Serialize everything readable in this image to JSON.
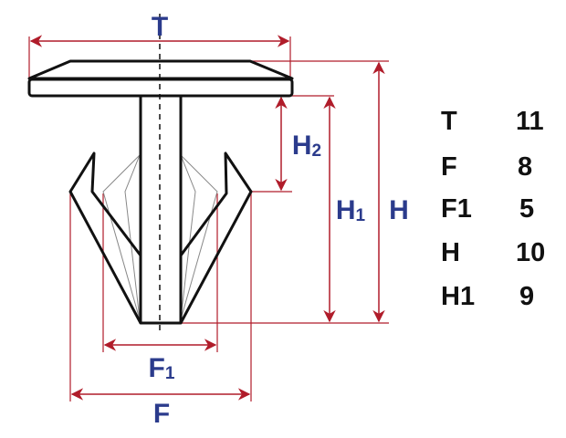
{
  "colors": {
    "dimension": "#b01c2a",
    "label": "#2b3b8c",
    "outline": "#111111"
  },
  "labels": {
    "T": "T",
    "H2": {
      "main": "H",
      "sub": "2"
    },
    "H1": {
      "main": "H",
      "sub": "1"
    },
    "H": "H",
    "F1": {
      "main": "F",
      "sub": "1"
    },
    "F": "F"
  },
  "specs": [
    {
      "name": "T",
      "value": "11"
    },
    {
      "name": "F",
      "value": "8"
    },
    {
      "name": "F1",
      "value": "5"
    },
    {
      "name": "H",
      "value": "10"
    },
    {
      "name": "H1",
      "value": "9"
    }
  ]
}
